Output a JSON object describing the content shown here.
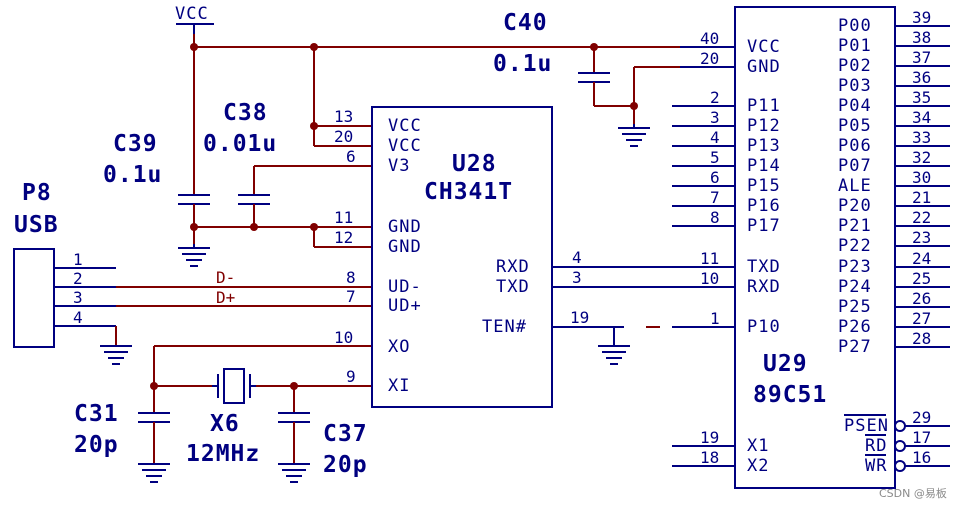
{
  "power": {
    "vcc": "VCC"
  },
  "c40": {
    "ref": "C40",
    "value": "0.1u"
  },
  "c38": {
    "ref": "C38",
    "value": "0.01u"
  },
  "c39": {
    "ref": "C39",
    "value": "0.1u"
  },
  "p8": {
    "ref": "P8",
    "value": "USB",
    "pins": [
      "1",
      "2",
      "3",
      "4"
    ]
  },
  "u28": {
    "ref": "U28",
    "part": "CH341T",
    "pins": {
      "vcc13": "VCC",
      "vcc20": "VCC",
      "v3": "V3",
      "gnd11": "GND",
      "gnd12": "GND",
      "udm": "UD-",
      "udp": "UD+",
      "xo": "XO",
      "xi": "XI",
      "rxd": "RXD",
      "txd": "TXD",
      "ten": "TEN#"
    },
    "nums": {
      "p13": "13",
      "p20": "20",
      "p6": "6",
      "p11": "11",
      "p12": "12",
      "p8": "8",
      "p7": "7",
      "p10": "10",
      "p9": "9",
      "p4": "4",
      "p3": "3",
      "p19": "19"
    }
  },
  "nets": {
    "dminus": "D-",
    "dplus": "D+"
  },
  "c31": {
    "ref": "C31",
    "value": "20p"
  },
  "x6": {
    "ref": "X6",
    "value": "12MHz"
  },
  "c37": {
    "ref": "C37",
    "value": "20p"
  },
  "u29": {
    "ref": "U29",
    "part": "89C51",
    "left_pins": [
      {
        "num": "40",
        "name": "VCC"
      },
      {
        "num": "20",
        "name": "GND"
      },
      {
        "num": "2",
        "name": "P11"
      },
      {
        "num": "3",
        "name": "P12"
      },
      {
        "num": "4",
        "name": "P13"
      },
      {
        "num": "5",
        "name": "P14"
      },
      {
        "num": "6",
        "name": "P15"
      },
      {
        "num": "7",
        "name": "P16"
      },
      {
        "num": "8",
        "name": "P17"
      },
      {
        "num": "11",
        "name": "TXD"
      },
      {
        "num": "10",
        "name": "RXD"
      },
      {
        "num": "1",
        "name": "P10"
      },
      {
        "num": "19",
        "name": "X1"
      },
      {
        "num": "18",
        "name": "X2"
      }
    ],
    "right_pins": [
      {
        "num": "39",
        "name": "P00"
      },
      {
        "num": "38",
        "name": "P01"
      },
      {
        "num": "37",
        "name": "P02"
      },
      {
        "num": "36",
        "name": "P03"
      },
      {
        "num": "35",
        "name": "P04"
      },
      {
        "num": "34",
        "name": "P05"
      },
      {
        "num": "33",
        "name": "P06"
      },
      {
        "num": "32",
        "name": "P07"
      },
      {
        "num": "30",
        "name": "ALE"
      },
      {
        "num": "21",
        "name": "P20"
      },
      {
        "num": "22",
        "name": "P21"
      },
      {
        "num": "23",
        "name": "P22"
      },
      {
        "num": "24",
        "name": "P23"
      },
      {
        "num": "25",
        "name": "P24"
      },
      {
        "num": "26",
        "name": "P25"
      },
      {
        "num": "27",
        "name": "P26"
      },
      {
        "num": "28",
        "name": "P27"
      }
    ],
    "active_low_pins": [
      {
        "num": "29",
        "name": "PSEN"
      },
      {
        "num": "17",
        "name": "RD"
      },
      {
        "num": "16",
        "name": "WR"
      }
    ]
  },
  "watermark": "CSDN @易板"
}
